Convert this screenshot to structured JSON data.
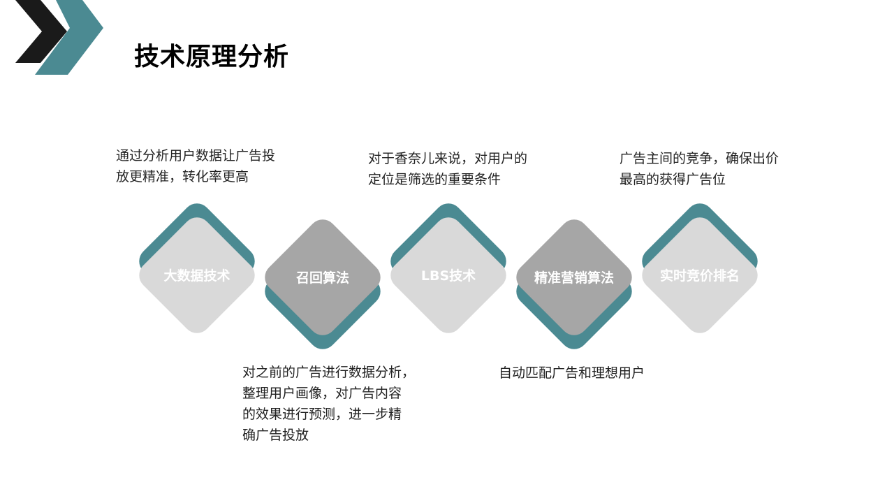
{
  "title": "技术原理分析",
  "colors": {
    "teal": "#4b8a92",
    "dark": "#1a1a1a",
    "light_node": "#d9d9d9",
    "dark_node": "#a6a6a6"
  },
  "nodes": [
    {
      "label": "大数据技术",
      "style": "light",
      "shadow": "up",
      "desc": [
        "通过分析用户数据让广告投",
        "放更精准，转化率更高"
      ],
      "desc_pos": "top"
    },
    {
      "label": "召回算法",
      "style": "dark",
      "shadow": "down",
      "desc": [
        "对之前的广告进行数据分析，",
        "整理用户画像，对广告内容",
        "的效果进行预测，进一步精",
        "确广告投放"
      ],
      "desc_pos": "bottom"
    },
    {
      "label": "LBS技术",
      "style": "light",
      "shadow": "up",
      "desc": [
        "对于香奈儿来说，对用户的",
        "定位是筛选的重要条件"
      ],
      "desc_pos": "top"
    },
    {
      "label": "精准营销算法",
      "style": "dark",
      "shadow": "down",
      "desc": [
        "自动匹配广告和理想用户"
      ],
      "desc_pos": "bottom"
    },
    {
      "label": "实时竞价排名",
      "style": "light",
      "shadow": "up",
      "desc": [
        "广告主间的竞争，确保出价",
        "最高的获得广告位"
      ],
      "desc_pos": "top"
    }
  ]
}
